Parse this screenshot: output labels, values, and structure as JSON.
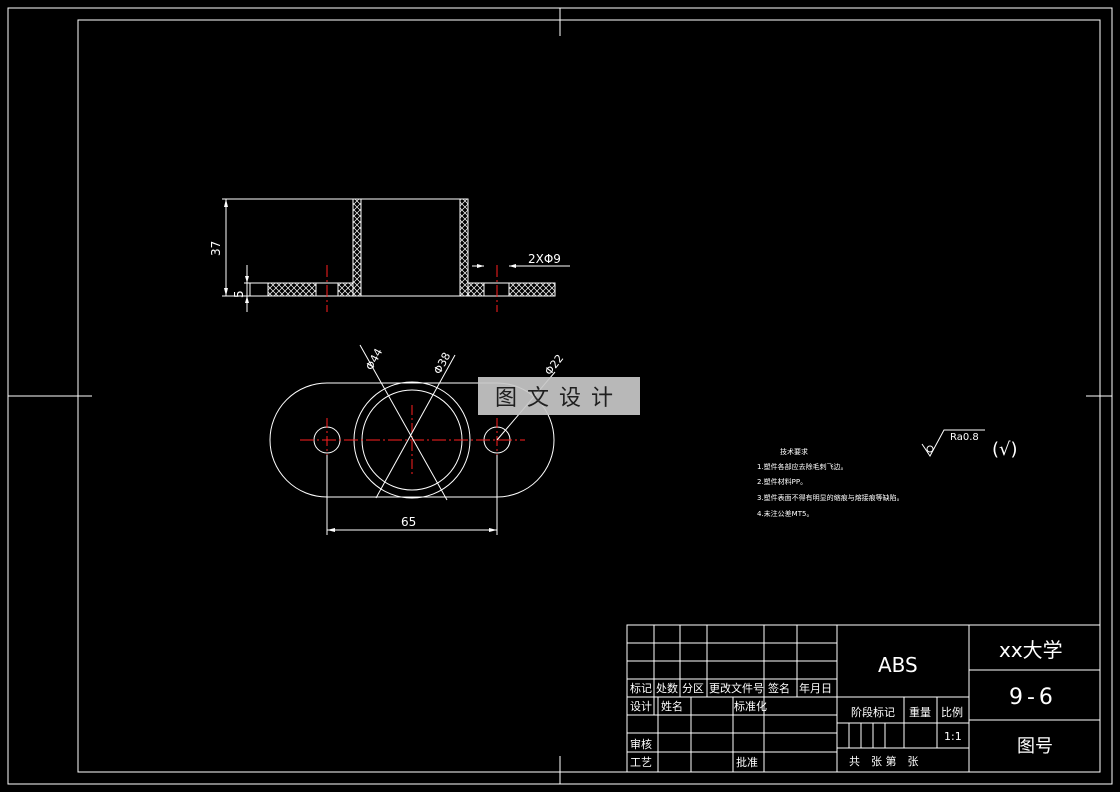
{
  "drawing": {
    "dimensions": {
      "height_total": "37",
      "base_thickness": "5",
      "holes": "2XΦ9",
      "outer_dia": "Φ44",
      "mid_dia": "Φ38",
      "inner_dia": "Φ22",
      "hole_spacing": "65"
    },
    "surface_finish": "Ra0.8",
    "finish_suffix": "(√)",
    "tech_requirements": {
      "title": "技术要求",
      "items": [
        "1.塑件各部应去除毛刺飞边。",
        "2.塑件材料PP。",
        "3.塑件表面不得有明显的缩痕与熔接痕等缺陷。",
        "4.未注公差MT5。"
      ]
    },
    "watermark": "图文设计"
  },
  "title_block": {
    "material": "ABS",
    "school": "xx大学",
    "drawing_no": "9-6",
    "drawing_no_label": "图号",
    "rev_headers": [
      "标记",
      "处数",
      "分区",
      "更改文件号",
      "签名",
      "年月日"
    ],
    "design": "设计",
    "name": "姓名",
    "standardize": "标准化",
    "review": "审核",
    "process": "工艺",
    "approve": "批准",
    "stage_mark": "阶段标记",
    "weight": "重量",
    "scale_label": "比例",
    "scale": "1:1",
    "sheets": "共　张 第　张"
  }
}
